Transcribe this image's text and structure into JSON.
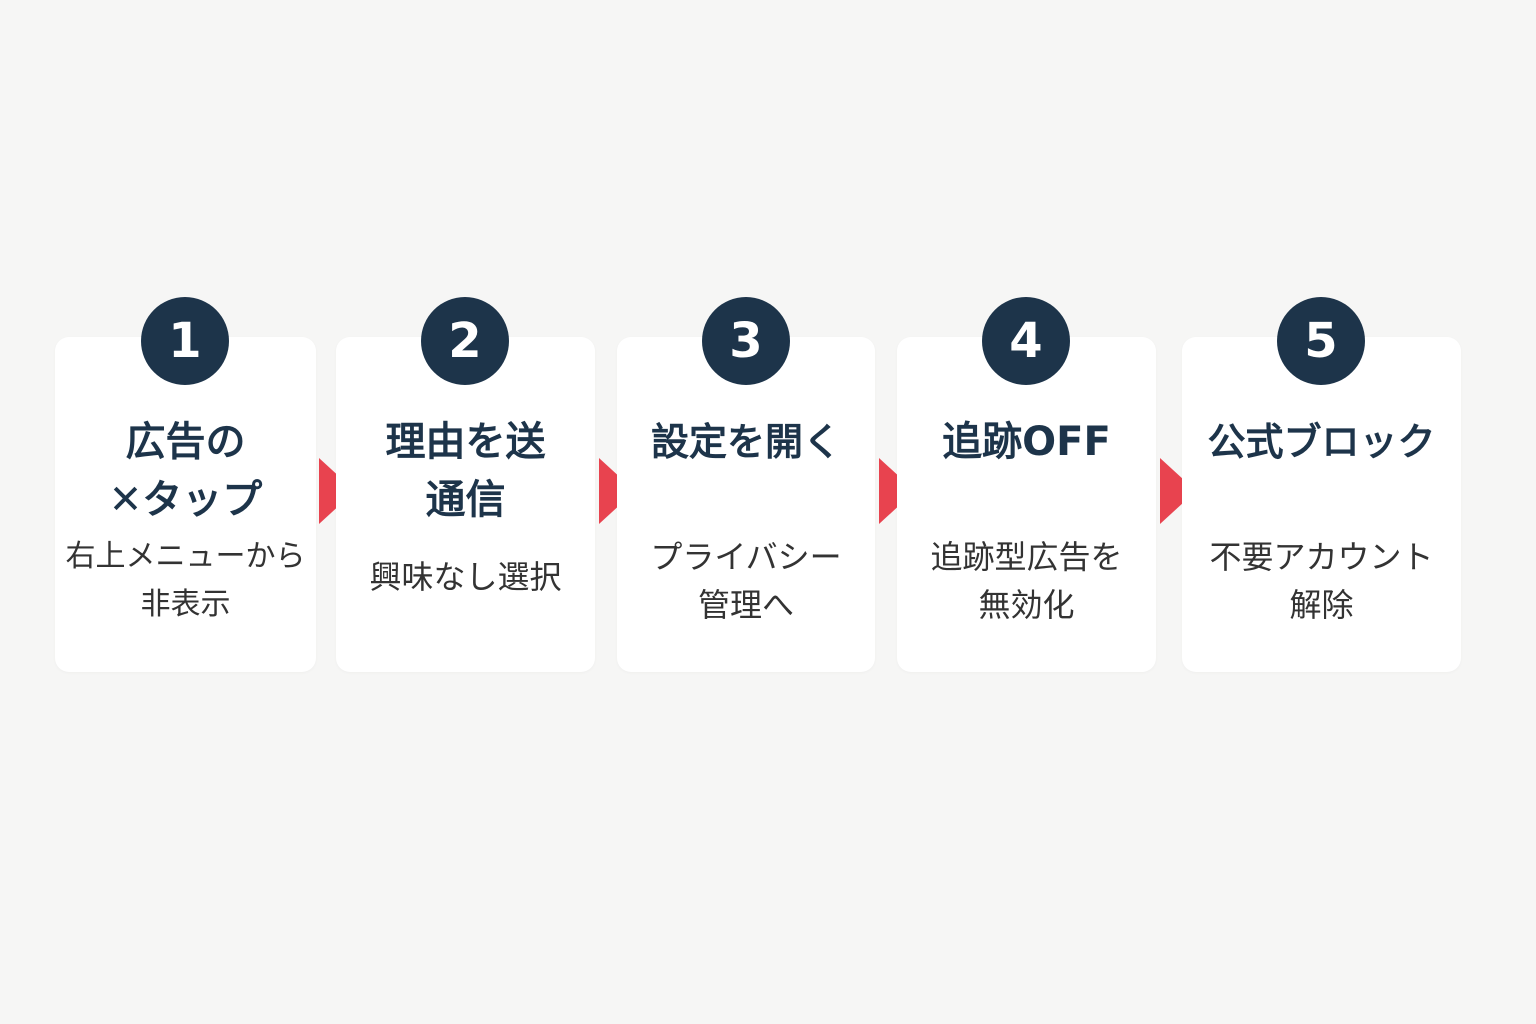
{
  "colors": {
    "background": "#f6f6f5",
    "card": "#ffffff",
    "badge": "#1d344a",
    "title": "#1d344a",
    "arrow": "#e8434f"
  },
  "steps": [
    {
      "number": "1",
      "title_lines": [
        "広告の",
        "✕タップ"
      ],
      "desc_lines": [
        "右上メニューから",
        "非表示"
      ]
    },
    {
      "number": "2",
      "title_lines": [
        "理由を送",
        "通信"
      ],
      "desc_lines": [
        "興味なし選択"
      ]
    },
    {
      "number": "3",
      "title_lines": [
        "設定を開く"
      ],
      "desc_lines": [
        "プライバシー",
        "管理へ"
      ]
    },
    {
      "number": "4",
      "title_lines": [
        "追跡OFF"
      ],
      "desc_lines": [
        "追跡型広告を",
        "無効化"
      ]
    },
    {
      "number": "5",
      "title_lines": [
        "公式ブロック"
      ],
      "desc_lines": [
        "不要アカウント",
        "解除"
      ]
    }
  ]
}
